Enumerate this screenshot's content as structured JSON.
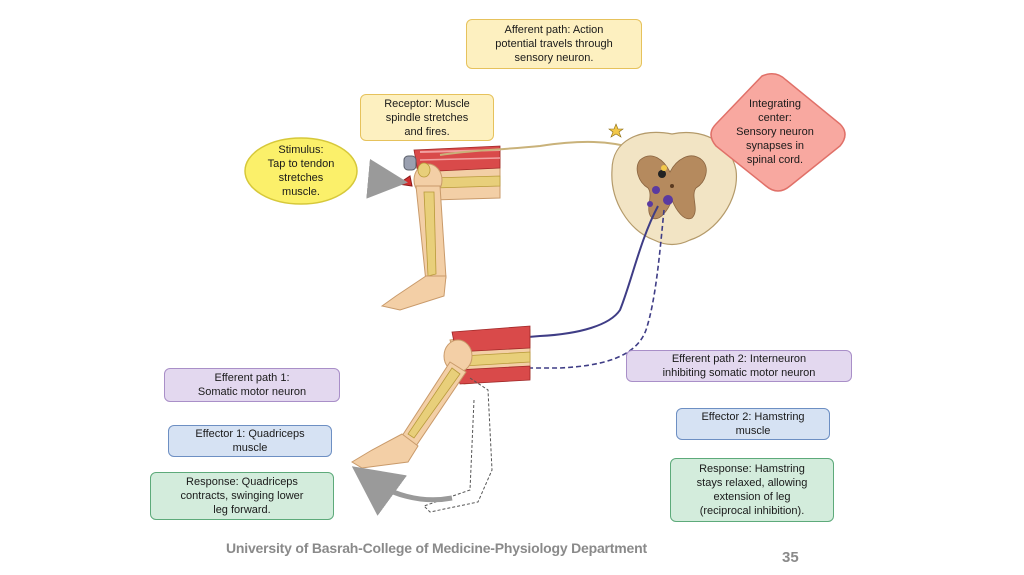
{
  "labels": {
    "afferent": "Afferent path: Action\npotential travels through\nsensory neuron.",
    "receptor": "Receptor: Muscle\nspindle stretches\nand fires.",
    "stimulus": "Stimulus:\nTap to tendon\nstretches\nmuscle.",
    "integrating": "Integrating\ncenter:\nSensory neuron\nsynapses in\nspinal cord.",
    "efferent1": "Efferent path 1:\nSomatic motor neuron",
    "effector1": "Effector 1: Quadriceps\nmuscle",
    "response1": "Response: Quadriceps\ncontracts, swinging lower\nleg forward.",
    "efferent2": "Efferent path 2: Interneuron\ninhibiting somatic motor neuron",
    "effector2": "Effector 2: Hamstring\nmuscle",
    "response2": "Response: Hamstring\nstays relaxed, allowing\nextension of leg\n(reciprocal inhibition)."
  },
  "footer": {
    "institution": "University of Basrah-College of Medicine-Physiology Department",
    "page_number": "35"
  },
  "colors": {
    "amber_fill": "#fdf0c0",
    "stimulus_fill": "#fbf06a",
    "integrating_fill": "#f8a8a0",
    "lilac_fill": "#e3d8ef",
    "blue_fill": "#d6e2f3",
    "green_fill": "#d3ecdc",
    "sensory_nerve": "#c9b27a",
    "motor_nerve": "#3f3d86"
  }
}
